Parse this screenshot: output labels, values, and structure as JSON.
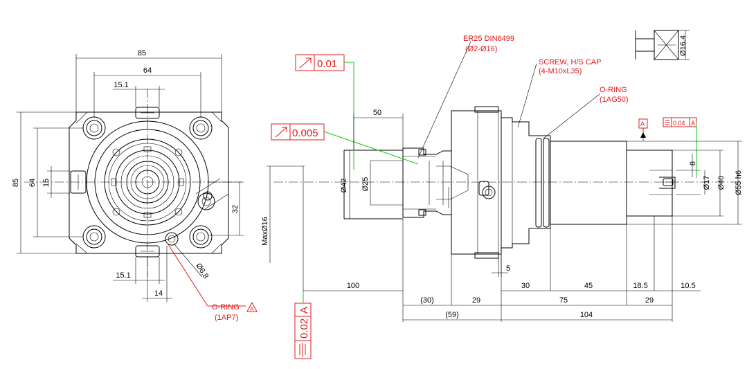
{
  "front_view": {
    "dims": {
      "d85_top": "85",
      "d64_top": "64",
      "d15_1_top": "15.1",
      "d85_left": "85",
      "d64_left": "64",
      "d15_left": "15",
      "d32_right": "32",
      "d15_1_bottom": "15.1",
      "d14_bottom": "14",
      "d6_8": "Ø6.8"
    },
    "oring_label": "O-RING",
    "oring_part": "(1AP7)",
    "oring_flag": "A"
  },
  "side_view": {
    "callouts": {
      "collet": "ER25 DIN6499",
      "collet_range": "(Ø2-Ø16)",
      "screw": "SCREW, H/S CAP",
      "screw_spec": "(4-M10xL35)",
      "oring": "O-RING",
      "oring_part": "(1AG50)"
    },
    "tolerances": {
      "runout_1": "0.01",
      "runout_2": "0.005",
      "symmetry_value": "0.04",
      "symmetry_datum": "A",
      "datum_flag": "A",
      "parallel_value": "0.02",
      "parallel_datum": "A"
    },
    "dims": {
      "d50": "50",
      "d42": "Ø42",
      "d25": "Ø25",
      "max16": "MaxØ16",
      "d8": "8",
      "d17": "Ø17",
      "d40": "Ø40",
      "d55": "Ø55 h6",
      "d5": "5",
      "d100": "100",
      "d30": "30",
      "d45": "45",
      "d18_5": "18.5",
      "d10_5": "10.5",
      "d30p": "(30)",
      "d29a": "29",
      "d75": "75",
      "d29b": "29",
      "d59": "(59)",
      "d104": "104"
    }
  },
  "detail_view": {
    "d16_4": "Ø16.4"
  }
}
